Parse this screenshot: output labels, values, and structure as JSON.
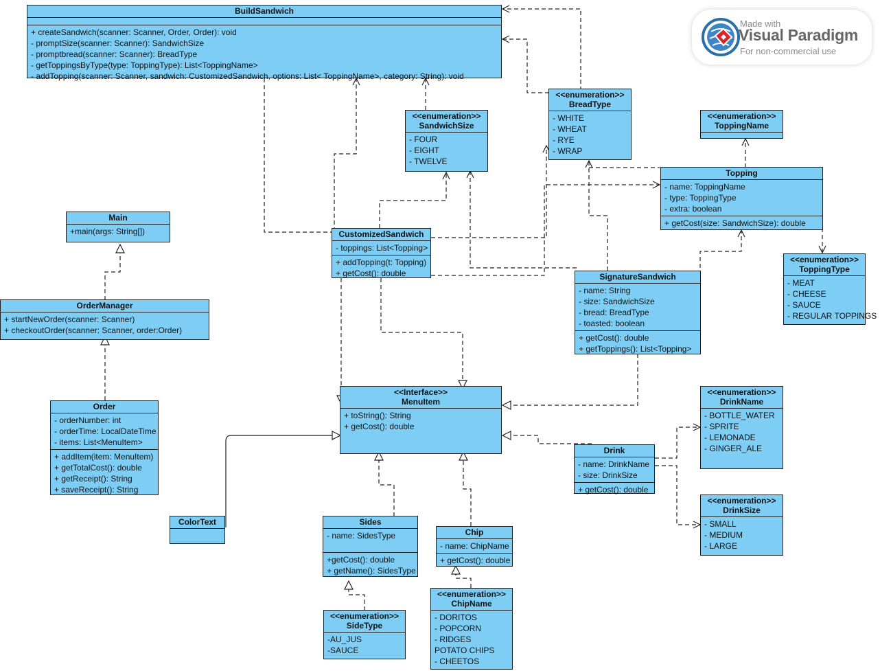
{
  "watermark": {
    "line1": "Made with",
    "line2": "Visual Paradigm",
    "line3": "For non-commercial use"
  },
  "classes": {
    "build_sandwich": {
      "name": "BuildSandwich",
      "attributes": [],
      "methods": [
        "+ createSandwich(scanner: Scanner, Order, Order): void",
        "- promptSize(scanner: Scanner): SandwichSize",
        "- promptbread(scanner: Scanner): BreadType",
        "- getToppingsByType(type: ToppingType): List<ToppingName>",
        "- addTopping(scanner: Scanner, sandwich: CustomizedSandwich, options: List< ToppingName>, category: String): void"
      ]
    },
    "sandwich_size": {
      "stereotype": "<<enumeration>>",
      "name": "SandwichSize",
      "attributes": [
        "- FOUR",
        "- EIGHT",
        "- TWELVE"
      ]
    },
    "bread_type": {
      "stereotype": "<<enumeration>>",
      "name": "BreadType",
      "attributes": [
        "- WHITE",
        "- WHEAT",
        "- RYE",
        "- WRAP"
      ]
    },
    "topping_name": {
      "stereotype": "<<enumeration>>",
      "name": "ToppingName",
      "attributes": []
    },
    "topping": {
      "name": "Topping",
      "attributes": [
        "- name: ToppingName",
        "- type: ToppingType",
        "- extra: boolean"
      ],
      "methods": [
        "+ getCost(size: SandwichSize): double"
      ]
    },
    "topping_type": {
      "stereotype": "<<enumeration>>",
      "name": "ToppingType",
      "attributes": [
        "- MEAT",
        "- CHEESE",
        "- SAUCE",
        "- REGULAR TOPPINGS"
      ]
    },
    "main": {
      "name": "Main",
      "methods": [
        "+main(args: String[])"
      ]
    },
    "customized_sandwich": {
      "name": "CustomizedSandwich",
      "attributes": [
        "- toppings: List<Topping>"
      ],
      "methods": [
        "+ addTopping(t: Topping)",
        "+ getCost(): double"
      ]
    },
    "signature_sandwich": {
      "name": "SignatureSandwich",
      "attributes": [
        "- name: String",
        "- size: SandwichSize",
        "- bread: BreadType",
        "- toasted: boolean"
      ],
      "methods": [
        "+ getCost(): double",
        "+ getToppings(): List<Topping>"
      ]
    },
    "order_manager": {
      "name": "OrderManager",
      "methods": [
        "+ startNewOrder(scanner: Scanner)",
        "+ checkoutOrder(scanner: Scanner, order:Order)"
      ]
    },
    "menu_item": {
      "stereotype": "<<Interface>>",
      "name": "MenuItem",
      "methods": [
        "+ toString(): String",
        "+ getCost(): double"
      ]
    },
    "drink_name": {
      "stereotype": "<<enumeration>>",
      "name": "DrinkName",
      "attributes": [
        "- BOTTLE_WATER",
        "- SPRITE",
        "- LEMONADE",
        "- GINGER_ALE"
      ]
    },
    "order": {
      "name": "Order",
      "attributes": [
        "- orderNumber: int",
        "- orderTime: LocalDateTime",
        "- items: List<MenuItem>"
      ],
      "methods": [
        "+ addItem(item: MenuItem)",
        "+ getTotalCost(): double",
        "+ getReceipt(): String",
        "+ saveReceipt(): String"
      ]
    },
    "drink": {
      "name": "Drink",
      "attributes": [
        "- name: DrinkName",
        "- size: DrinkSize"
      ],
      "methods": [
        "+ getCost(): double"
      ]
    },
    "drink_size": {
      "stereotype": "<<enumeration>>",
      "name": "DrinkSize",
      "attributes": [
        "- SMALL",
        "- MEDIUM",
        "- LARGE"
      ]
    },
    "color_text": {
      "name": "ColorText",
      "attributes": []
    },
    "sides": {
      "name": "Sides",
      "attributes": [
        "- name: SidesType"
      ],
      "methods": [
        "+getCost(): double",
        "+ getName(): SidesType"
      ]
    },
    "chip": {
      "name": "Chip",
      "attributes": [
        "- name: ChipName"
      ],
      "methods": [
        "+ getCost(): double"
      ]
    },
    "side_type": {
      "stereotype": "<<enumeration>>",
      "name": "SideType",
      "attributes": [
        "-AU_JUS",
        "-SAUCE"
      ]
    },
    "chip_name": {
      "stereotype": "<<enumeration>>",
      "name": "ChipName",
      "attributes": [
        "- DORITOS",
        "- POPCORN",
        "- RIDGES",
        "POTATO CHIPS",
        "- CHEETOS"
      ]
    }
  }
}
